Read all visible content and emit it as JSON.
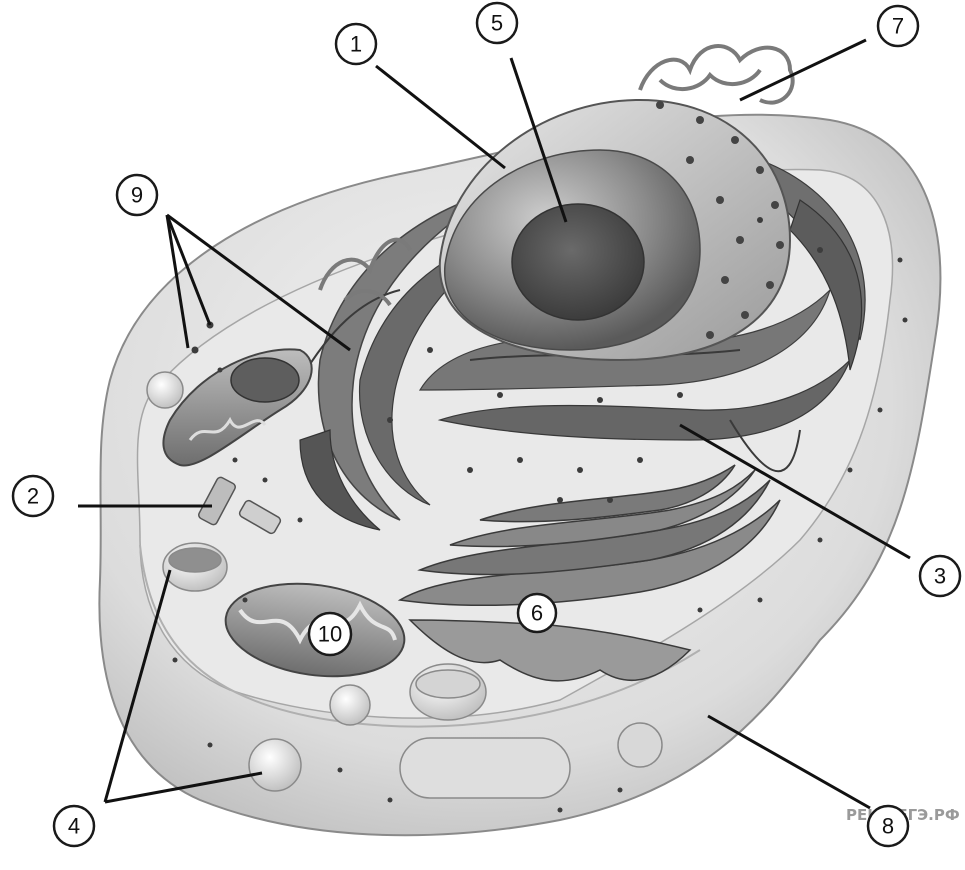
{
  "labels": {
    "l1": "1",
    "l2": "2",
    "l3": "3",
    "l4": "4",
    "l5": "5",
    "l6": "6",
    "l7": "7",
    "l8": "8",
    "l9": "9",
    "l10": "10"
  },
  "watermark": "РЕШУЕГЭ.РФ"
}
